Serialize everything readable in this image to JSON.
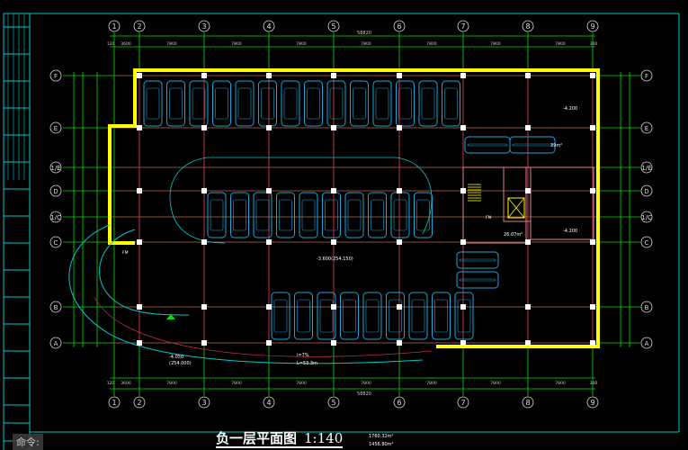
{
  "drawing": {
    "title": "负一层平面图",
    "scale": "1:140",
    "areas": [
      "1760.32m²",
      "1456.80m²"
    ],
    "command_prompt": "命令:",
    "total_dimension": "58820",
    "column_axes": [
      "1",
      "2",
      "3",
      "4",
      "5",
      "6",
      "7",
      "8",
      "9"
    ],
    "row_axes": [
      "F",
      "E",
      "1/E",
      "D",
      "1/C",
      "C",
      "B",
      "A"
    ],
    "top_dimensions": [
      "120",
      "3600",
      "7800",
      "7800",
      "7800",
      "7800",
      "7800",
      "7800",
      "7800",
      "300"
    ],
    "labels": {
      "elev_top_right": "-4.200",
      "elev_right": "-4.200",
      "room_area_1": "39m²",
      "room_area_2": "26.07m²",
      "ramp_elev": "-3.600(254.150)",
      "bottom_elev": "-4.050",
      "bottom_elev_abs": "(254.000)",
      "slope": "i=7%",
      "ramp_length": "L=53.3m",
      "fire_door": "FM"
    },
    "colors": {
      "background": "#000000",
      "frame": "#00c8c8",
      "grid": "#00e000",
      "walls": "#ffff00",
      "cars": "#1aa6d8",
      "beams": "#c0304a",
      "columns": "#ffffff"
    }
  }
}
